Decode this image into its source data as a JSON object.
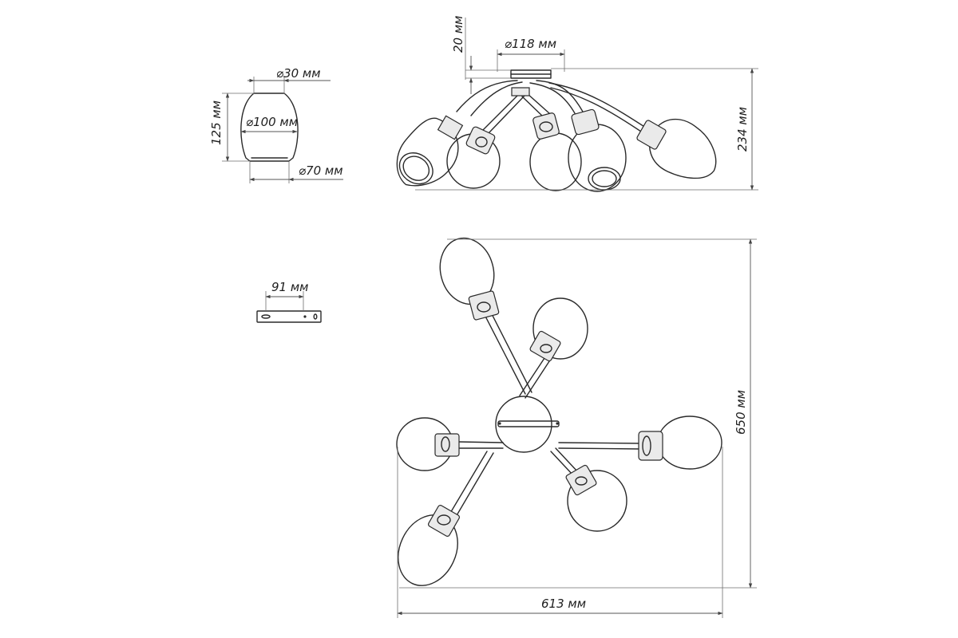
{
  "dimensions": {
    "shade_top_diameter": "⌀30 мм",
    "shade_max_diameter": "⌀100 мм",
    "shade_bottom_diameter": "⌀70 мм",
    "shade_height": "125 мм",
    "canopy_height": "20 мм",
    "canopy_diameter": "⌀118 мм",
    "total_height": "234 мм",
    "bracket_length": "91 мм",
    "top_view_depth": "650 мм",
    "top_view_width": "613 мм"
  }
}
